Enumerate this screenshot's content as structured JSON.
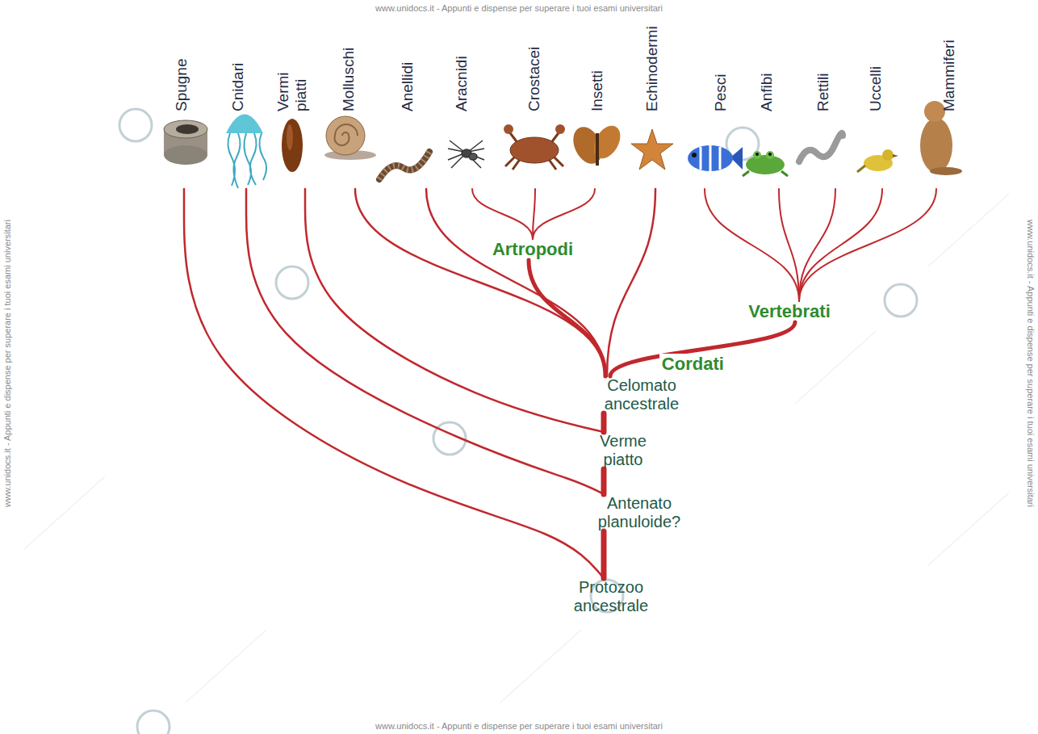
{
  "diagram": {
    "nodes": [
      {
        "text": [
          "Spugne"
        ]
      },
      {
        "text": [
          "Cnidari"
        ]
      },
      {
        "text": [
          "Vermi piatti"
        ]
      },
      {
        "text": [
          "Molluschi"
        ]
      },
      {
        "text": [
          "Anellidi"
        ]
      },
      {
        "text": [
          "Aracnidi"
        ]
      },
      {
        "text": [
          "Crostacei"
        ]
      },
      {
        "text": [
          "Insetti"
        ]
      },
      {
        "text": [
          "Echinodermi"
        ]
      },
      {
        "text": [
          "Pesci"
        ]
      },
      {
        "text": [
          "Anfibi"
        ]
      },
      {
        "text": [
          "Rettili"
        ]
      },
      {
        "text": [
          "Uccelli"
        ]
      },
      {
        "text": [
          "Mammiferi"
        ]
      },
      {
        "text": [
          "Artropodi"
        ]
      },
      {
        "text": [
          "Vertebrati"
        ]
      },
      {
        "text": [
          "Celomato ancestrale"
        ]
      },
      {
        "text": [
          "Verme piatto"
        ]
      },
      {
        "text": [
          "Antenato planuloide?"
        ]
      },
      {
        "text": [
          "Protozoo ancestrale"
        ]
      }
    ],
    "edges": [
      {
        "from": 5,
        "to": 14,
        "arrow": "none"
      },
      {
        "from": 6,
        "to": 14,
        "arrow": "none"
      },
      {
        "from": 7,
        "to": 14,
        "arrow": "none"
      },
      {
        "from": 9,
        "to": 15,
        "arrow": "none"
      },
      {
        "from": 10,
        "to": 15,
        "arrow": "none"
      },
      {
        "from": 11,
        "to": 15,
        "arrow": "none"
      },
      {
        "from": 12,
        "to": 15,
        "arrow": "none"
      },
      {
        "from": 13,
        "to": 15,
        "arrow": "none"
      },
      {
        "from": 3,
        "to": 16,
        "arrow": "none"
      },
      {
        "from": 4,
        "to": 16,
        "arrow": "none"
      },
      {
        "from": 14,
        "to": 16,
        "arrow": "none"
      },
      {
        "from": 8,
        "to": 16,
        "arrow": "none"
      },
      {
        "from": 15,
        "to": 16,
        "label": "Cordati",
        "arrow": "none"
      },
      {
        "from": 2,
        "to": 17,
        "arrow": "none"
      },
      {
        "from": 16,
        "to": 17,
        "arrow": "none"
      },
      {
        "from": 1,
        "to": 18,
        "arrow": "none"
      },
      {
        "from": 17,
        "to": 18,
        "arrow": "none"
      },
      {
        "from": 0,
        "to": 19,
        "arrow": "none"
      },
      {
        "from": 18,
        "to": 19,
        "arrow": "none"
      }
    ],
    "labels": [
      "www.unidocs.it - Appunti e dispense per superare i tuoi esami universitari",
      "www.unidocs.it - Appunti e dispense per superare i tuoi esami universitari",
      "www.unidocs.it - Appunti e dispense per superare i tuoi esami universitari",
      "www.unidocs.it - Appunti e dispense per superare i tuoi esami universitari"
    ]
  }
}
